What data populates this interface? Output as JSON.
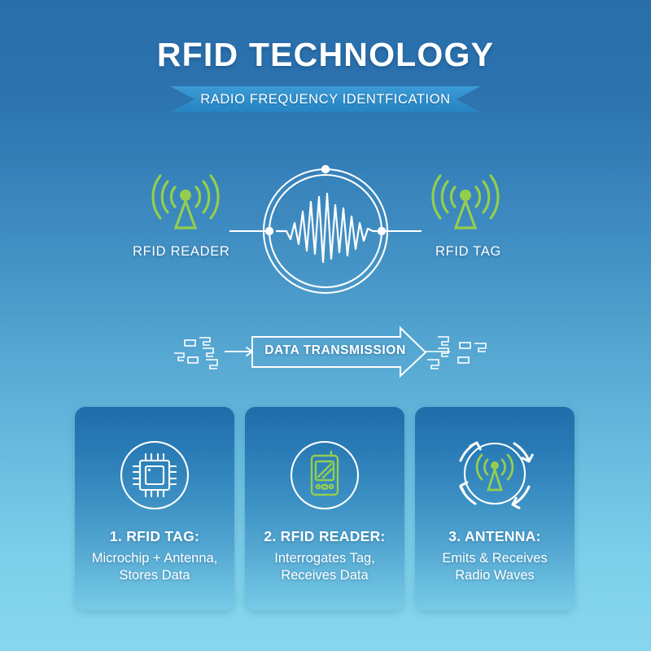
{
  "header": {
    "title": "RFID TECHNOLOGY",
    "subtitle": "RADIO FREQUENCY IDENTFICATION"
  },
  "diagram": {
    "left_label": "RFID READER",
    "right_label": "RFID TAG",
    "center_icon": "waveform-signal-icon",
    "left_icon": "antenna-tower-icon",
    "right_icon": "antenna-tower-icon"
  },
  "transmission": {
    "label": "DATA TRANSMISSION",
    "arrow_icon": "right-arrow-icon",
    "bits_icon": "data-bits-icon"
  },
  "cards": [
    {
      "icon": "microchip-icon",
      "heading": "1. RFID TAG:",
      "line1": "Microchip + Antenna,",
      "line2": "Stores Data"
    },
    {
      "icon": "handheld-reader-icon",
      "heading": "2. RFID READER:",
      "line1": "Interrogates Tag,",
      "line2": "Receives Data"
    },
    {
      "icon": "antenna-circular-arrows-icon",
      "heading": "3. ANTENNA:",
      "line1": "Emits & Receives",
      "line2": "Radio Waves"
    }
  ],
  "colors": {
    "background_top": "#2a6fac",
    "background_bottom": "#87d6ee",
    "accent_green": "#95cd4e",
    "ribbon_blue": "#2f8ecb",
    "text_white": "#ffffff",
    "card_top": "#1f6daa"
  }
}
